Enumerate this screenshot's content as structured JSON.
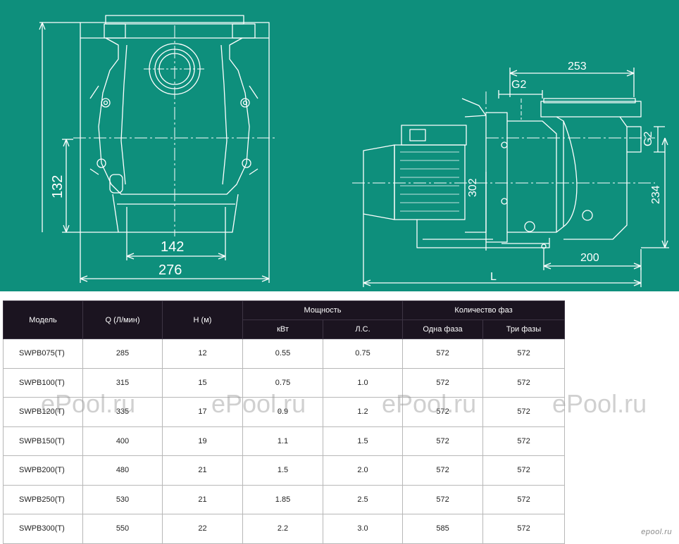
{
  "drawing": {
    "dims": {
      "front_height": "132",
      "front_base": "142",
      "front_width": "276",
      "side_length_top": "253",
      "side_inlet": "G2",
      "side_outlet": "G2",
      "side_height": "302",
      "side_inlet_height": "234",
      "side_base": "200",
      "side_total": "L"
    },
    "colors": {
      "background": "#0e8f7c",
      "lines": "#ffffff"
    }
  },
  "table": {
    "headers": {
      "model": "Модель",
      "flow": "Q (Л/мин)",
      "head": "Н (м)",
      "power": "Мощность",
      "power_kw": "кВт",
      "power_hp": "Л.С.",
      "phases": "Количество фаз",
      "single": "Одна фаза",
      "three": "Три фазы"
    },
    "rows": [
      [
        "SWPB075(T)",
        "285",
        "12",
        "0.55",
        "0.75",
        "572",
        "572"
      ],
      [
        "SWPB100(T)",
        "315",
        "15",
        "0.75",
        "1.0",
        "572",
        "572"
      ],
      [
        "SWPB120(T)",
        "335",
        "17",
        "0.9",
        "1.2",
        "572",
        "572"
      ],
      [
        "SWPB150(T)",
        "400",
        "19",
        "1.1",
        "1.5",
        "572",
        "572"
      ],
      [
        "SWPB200(T)",
        "480",
        "21",
        "1.5",
        "2.0",
        "572",
        "572"
      ],
      [
        "SWPB250(T)",
        "530",
        "21",
        "1.85",
        "2.5",
        "572",
        "572"
      ],
      [
        "SWPB300(T)",
        "550",
        "22",
        "2.2",
        "3.0",
        "585",
        "572"
      ]
    ],
    "colors": {
      "header_bg": "#1b1420",
      "border": "#b7b7b7"
    }
  },
  "watermark": {
    "text": "ePool.ru",
    "corner": "epool.ru"
  }
}
